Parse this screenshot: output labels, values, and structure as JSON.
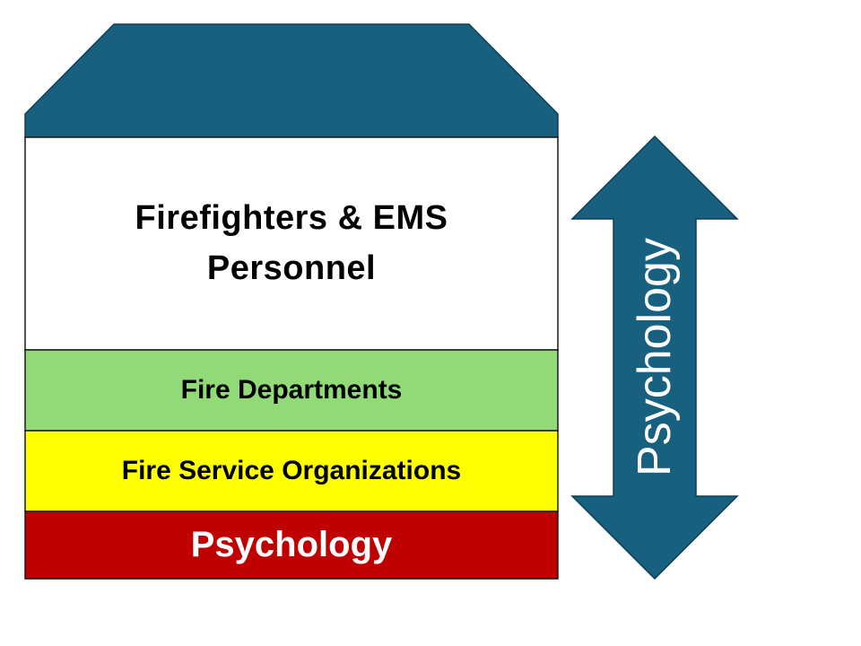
{
  "layers": {
    "top_label": "Firefighters & EMS Personnel",
    "second_label": "Fire Departments",
    "third_label": "Fire Service Organizations",
    "base_label": "Psychology"
  },
  "arrow": {
    "label": "Psychology",
    "direction": "bidirectional-vertical"
  },
  "colors": {
    "roof": "#17607f",
    "top_layer": "#ffffff",
    "departments": "#92d977",
    "organizations": "#ffff00",
    "foundation": "#c00000",
    "arrow": "#17607f",
    "outline": "#1a1a1a"
  }
}
